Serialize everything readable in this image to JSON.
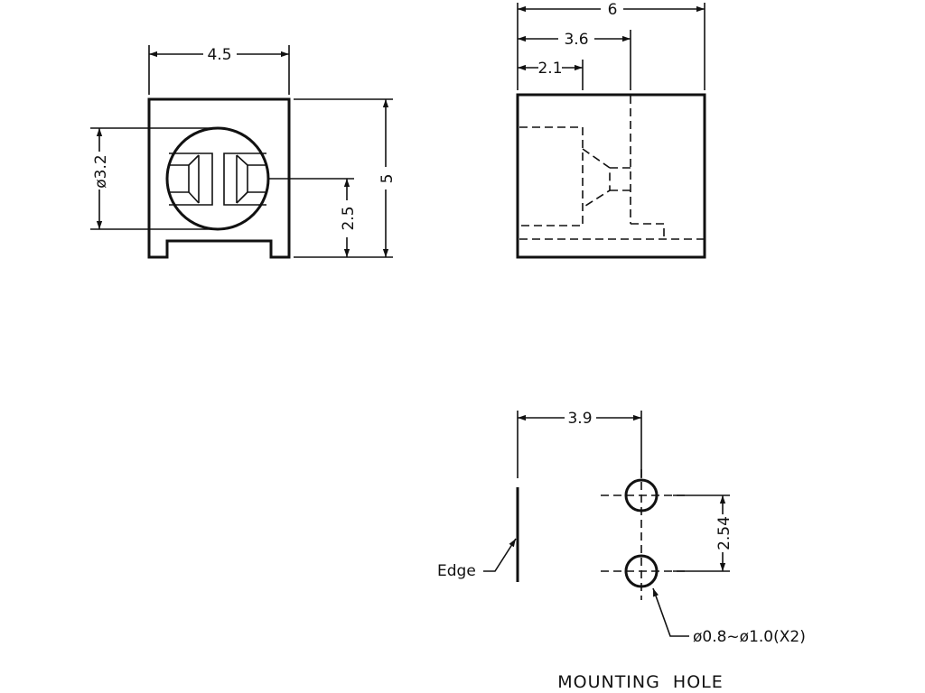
{
  "front_view": {
    "width_dim": "4.5",
    "height_dim": "5",
    "diameter_dim": "ø3.2",
    "center_height_dim": "2.5"
  },
  "side_view": {
    "overall_dim": "6",
    "mid_dim": "3.6",
    "short_dim": "2.1"
  },
  "mounting": {
    "edge_offset_dim": "3.9",
    "pitch_dim": "2.54",
    "edge_label": "Edge",
    "hole_spec": "ø0.8~ø1.0(X2)",
    "caption": "MOUNTING  HOLE"
  }
}
